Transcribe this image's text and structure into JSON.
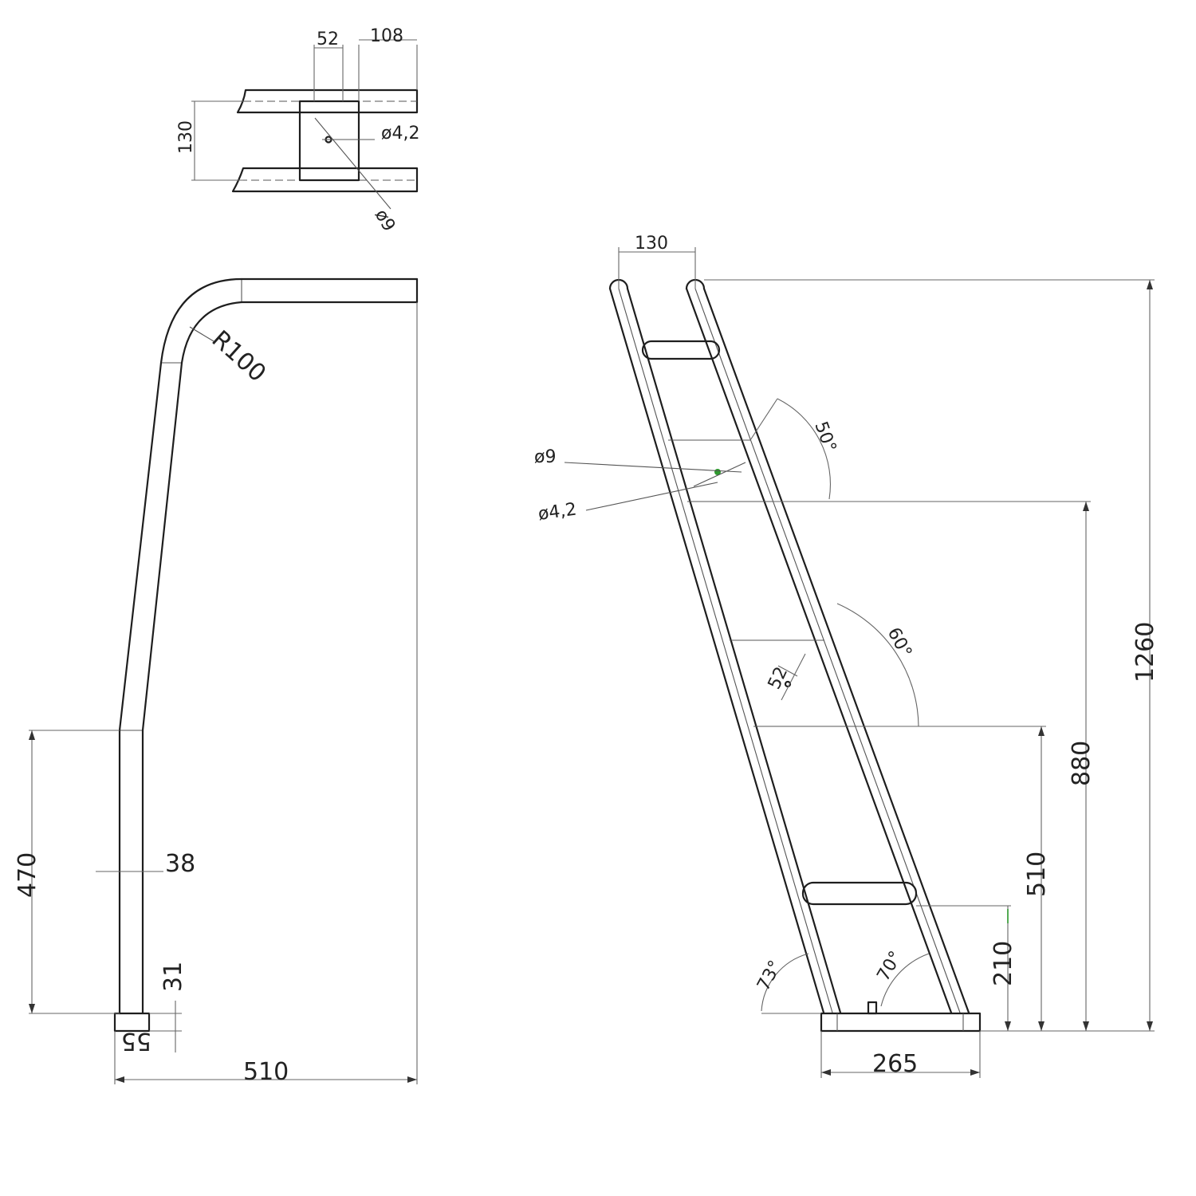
{
  "drawing": {
    "detail": {
      "dim_52": "52",
      "dim_108": "108",
      "dim_130": "130",
      "dim_d42": "ø4,2",
      "dim_d9": "ø9"
    },
    "side": {
      "dim_r100": "R100",
      "dim_470": "470",
      "dim_38": "38",
      "dim_31": "31",
      "dim_55": "55",
      "dim_510": "510"
    },
    "ladder": {
      "dim_130": "130",
      "dim_50deg": "50°",
      "dim_d9": "ø9",
      "dim_d42": "ø4,2",
      "dim_60deg": "60°",
      "dim_52": "52",
      "dim_1260": "1260",
      "dim_880": "880",
      "dim_510": "510",
      "dim_210": "210",
      "dim_73deg": "73°",
      "dim_70deg": "70°",
      "dim_265": "265"
    }
  },
  "colors": {
    "line": "#1e1e1e",
    "dimension": "#666666",
    "accent": "#2e9a2e"
  }
}
